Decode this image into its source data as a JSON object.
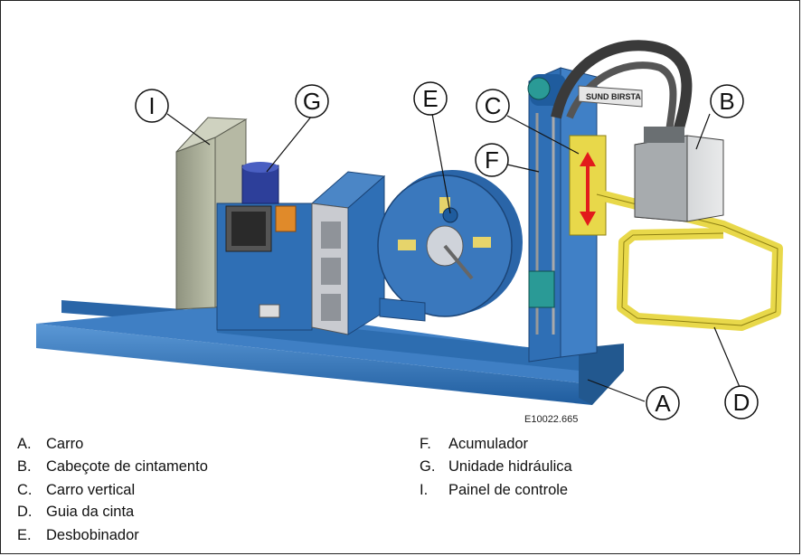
{
  "figure": {
    "drawing_code": "E10022.665",
    "plate_label": "SUND BIRSTA",
    "callouts": [
      "I",
      "G",
      "E",
      "C",
      "F",
      "B",
      "A",
      "D"
    ]
  },
  "legend": {
    "left": [
      {
        "letter": "A.",
        "text": "Carro"
      },
      {
        "letter": "B.",
        "text": "Cabeçote de cintamento"
      },
      {
        "letter": "C.",
        "text": "Carro vertical"
      },
      {
        "letter": "D.",
        "text": "Guia da cinta"
      },
      {
        "letter": "E.",
        "text": "Desbobinador"
      }
    ],
    "right": [
      {
        "letter": "F.",
        "text": "Acumulador"
      },
      {
        "letter": "G.",
        "text": "Unidade hidráulica"
      },
      {
        "letter": "I.",
        "text": "Painel de controle"
      }
    ]
  },
  "colors": {
    "machine_blue": "#2f6fb5",
    "rail_blue": "#3d7cc0",
    "guide_yellow": "#e8d84a",
    "cabinet_grey": "#a9ad98",
    "arrow_red": "#e21b1b"
  }
}
